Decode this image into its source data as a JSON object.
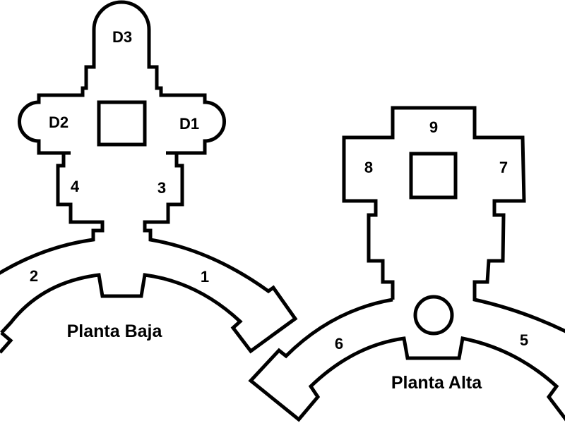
{
  "planta_baja": {
    "title": "Planta Baja",
    "rooms": [
      "D3",
      "D2",
      "D1",
      "4",
      "3",
      "2",
      "1"
    ]
  },
  "planta_alta": {
    "title": "Planta Alta",
    "rooms": [
      "9",
      "8",
      "7",
      "6",
      "5"
    ]
  },
  "colors": {
    "line": "#000000",
    "background": "#ffffff"
  }
}
